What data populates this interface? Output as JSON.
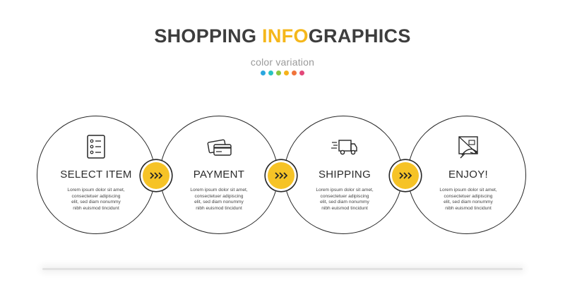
{
  "header": {
    "title_part1": "SHOPPING ",
    "title_accent": "INFO",
    "title_part2": "GRAPHICS",
    "subtitle": "color variation",
    "variation_colors": [
      "#2aa6df",
      "#28c3c0",
      "#8cc63e",
      "#f6b21a",
      "#f0743b",
      "#e3487a"
    ]
  },
  "colors": {
    "accent": "#f6c326",
    "title_accent": "#f5b71b",
    "line": "#262626"
  },
  "steps": [
    {
      "label": "SELECT ITEM",
      "icon": "checklist-icon",
      "desc1": "Lorem ipsum dolor sit amet,",
      "desc2": "consectetuer adipiscing",
      "desc3": "elit, sed diam nonummy",
      "desc4": "nibh euismod tincidunt"
    },
    {
      "label": "PAYMENT",
      "icon": "credit-card-icon",
      "desc1": "Lorem ipsum dolor sit amet,",
      "desc2": "consectetuer adipiscing",
      "desc3": "elit, sed diam nonummy",
      "desc4": "nibh euismod tincidunt"
    },
    {
      "label": "SHIPPING",
      "icon": "delivery-truck-icon",
      "desc1": "Lorem ipsum dolor sit amet,",
      "desc2": "consectetuer adipiscing",
      "desc3": "elit, sed diam nonummy",
      "desc4": "nibh euismod tincidunt"
    },
    {
      "label": "ENJOY!",
      "icon": "package-hand-icon",
      "desc1": "Lorem ipsum dolor sit amet,",
      "desc2": "consectetuer adipiscing",
      "desc3": "elit, sed diam nonummy",
      "desc4": "nibh euismod tincidunt"
    }
  ],
  "connectors": [
    "chevrons-right-icon",
    "chevrons-right-icon",
    "chevrons-right-icon"
  ]
}
